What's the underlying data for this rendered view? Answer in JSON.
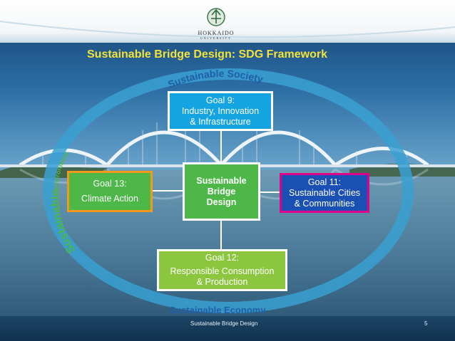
{
  "slide": {
    "title": "Sustainable Bridge Design: SDG Framework",
    "university": {
      "name": "HOKKAIDO",
      "subtitle": "UNIVERSITY"
    },
    "footer_text": "Sustainable Bridge Design",
    "page_number": "5"
  },
  "ring": {
    "top_label": "Sustainable Society",
    "left_label_big": "Sustainable",
    "left_label_small": "Environment",
    "bottom_label": "Sustainable Economy"
  },
  "center": {
    "lines": [
      "Sustainable",
      "Bridge",
      "Design"
    ]
  },
  "goals": {
    "goal9": {
      "lines": [
        "Goal 9:",
        "Industry, Innovation",
        "& Infrastructure"
      ]
    },
    "goal13": {
      "lines": [
        "Goal 13:",
        "Climate Action"
      ]
    },
    "goal11": {
      "lines": [
        "Goal 11:",
        "Sustainable Cities",
        "& Communities"
      ]
    },
    "goal12": {
      "lines": [
        "Goal 12:",
        "Responsible Consumption",
        "& Production"
      ]
    }
  },
  "colors": {
    "title": "#f4e23a",
    "ring": "#3aa0d2",
    "ring_text": "#1f5fa8",
    "ring_left_text": "#4db748",
    "goal9_fill": "#14a4e2",
    "goal13_fill": "#4db748",
    "goal13_border": "#f39a1b",
    "goal11_fill": "#1a4fb3",
    "goal11_border": "#e0008a",
    "goal12_fill": "#8cc63f",
    "center_fill": "#4db748"
  }
}
